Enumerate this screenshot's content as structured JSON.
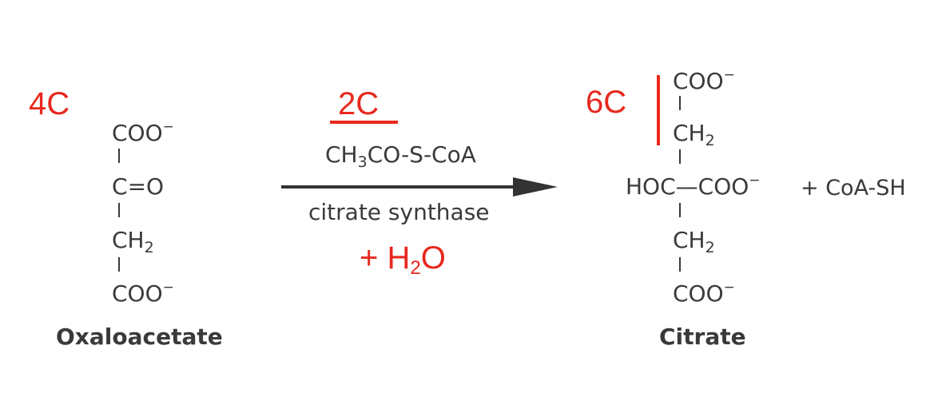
{
  "reactant": {
    "carbon_count_label": "4C",
    "top_group": "COO",
    "top_group_charge": "−",
    "ketone_carbon": "C",
    "ketone_double_bond": "=",
    "ketone_oxygen": "O",
    "methylene": "CH",
    "methylene_sub": "2",
    "bottom_group": "COO",
    "bottom_group_charge": "−",
    "name": "Oxaloacetate"
  },
  "reaction": {
    "added_carbon_label": "2C",
    "reagent_part1": "CH",
    "reagent_sub": "3",
    "reagent_part2": "CO-S-CoA",
    "enzyme": "citrate synthase",
    "water_prefix": "+ H",
    "water_sub": "2",
    "water_suffix": "O"
  },
  "product": {
    "carbon_count_label": "6C",
    "top_group": "COO",
    "top_group_charge": "−",
    "methylene_top": "CH",
    "methylene_top_sub": "2",
    "hydroxyl_carbon": "HOC",
    "bond_dash": "—",
    "middle_group": "COO",
    "middle_group_charge": "−",
    "plus_byproduct": "+ CoA-SH",
    "methylene_bottom": "CH",
    "methylene_bottom_sub": "2",
    "bottom_group": "COO",
    "bottom_group_charge": "−",
    "name": "Citrate"
  },
  "colors": {
    "structure": "#3a3a3a",
    "annotation": "#e8281e"
  }
}
